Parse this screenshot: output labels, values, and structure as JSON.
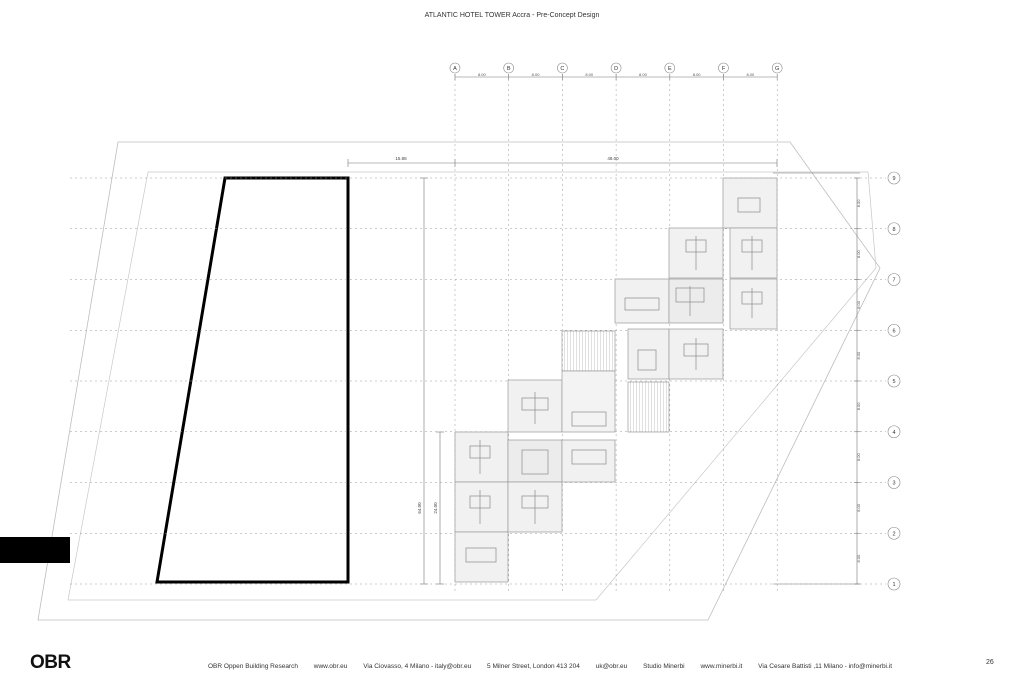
{
  "title": "ATLANTIC HOTEL TOWER Accra - Pre-Concept Design",
  "logo": "OBR",
  "page_number": "26",
  "footer": {
    "company": "OBR Oppen Building Research",
    "web1": "www.obr.eu",
    "address1": "Via Ciovasso, 4 Milano - italy@obr.eu",
    "address2": "5 Milner Street, London 413 204",
    "email_uk": "uk@obr.eu",
    "studio": "Studio Minerbi",
    "web2": "www.minerbi.it",
    "address3": "Via Cesare Battisti ,11 Milano - info@minerbi.it"
  },
  "grid": {
    "columns": [
      "A",
      "B",
      "C",
      "D",
      "E",
      "F",
      "G"
    ],
    "column_spacing_label": "8.00",
    "rows": [
      "1",
      "2",
      "3",
      "4",
      "5",
      "6",
      "7",
      "8",
      "9"
    ],
    "row_spacing_label": "8.00"
  },
  "dimensions": {
    "left_offset": "15.88",
    "overall_width": "48.00",
    "overall_height": "64.00",
    "partial_height": "24.00"
  },
  "colors": {
    "line": "#9a9a9a",
    "site_outline": "#000000",
    "module_fill": "#eeeeee",
    "hatch": "#b5b5b5"
  }
}
